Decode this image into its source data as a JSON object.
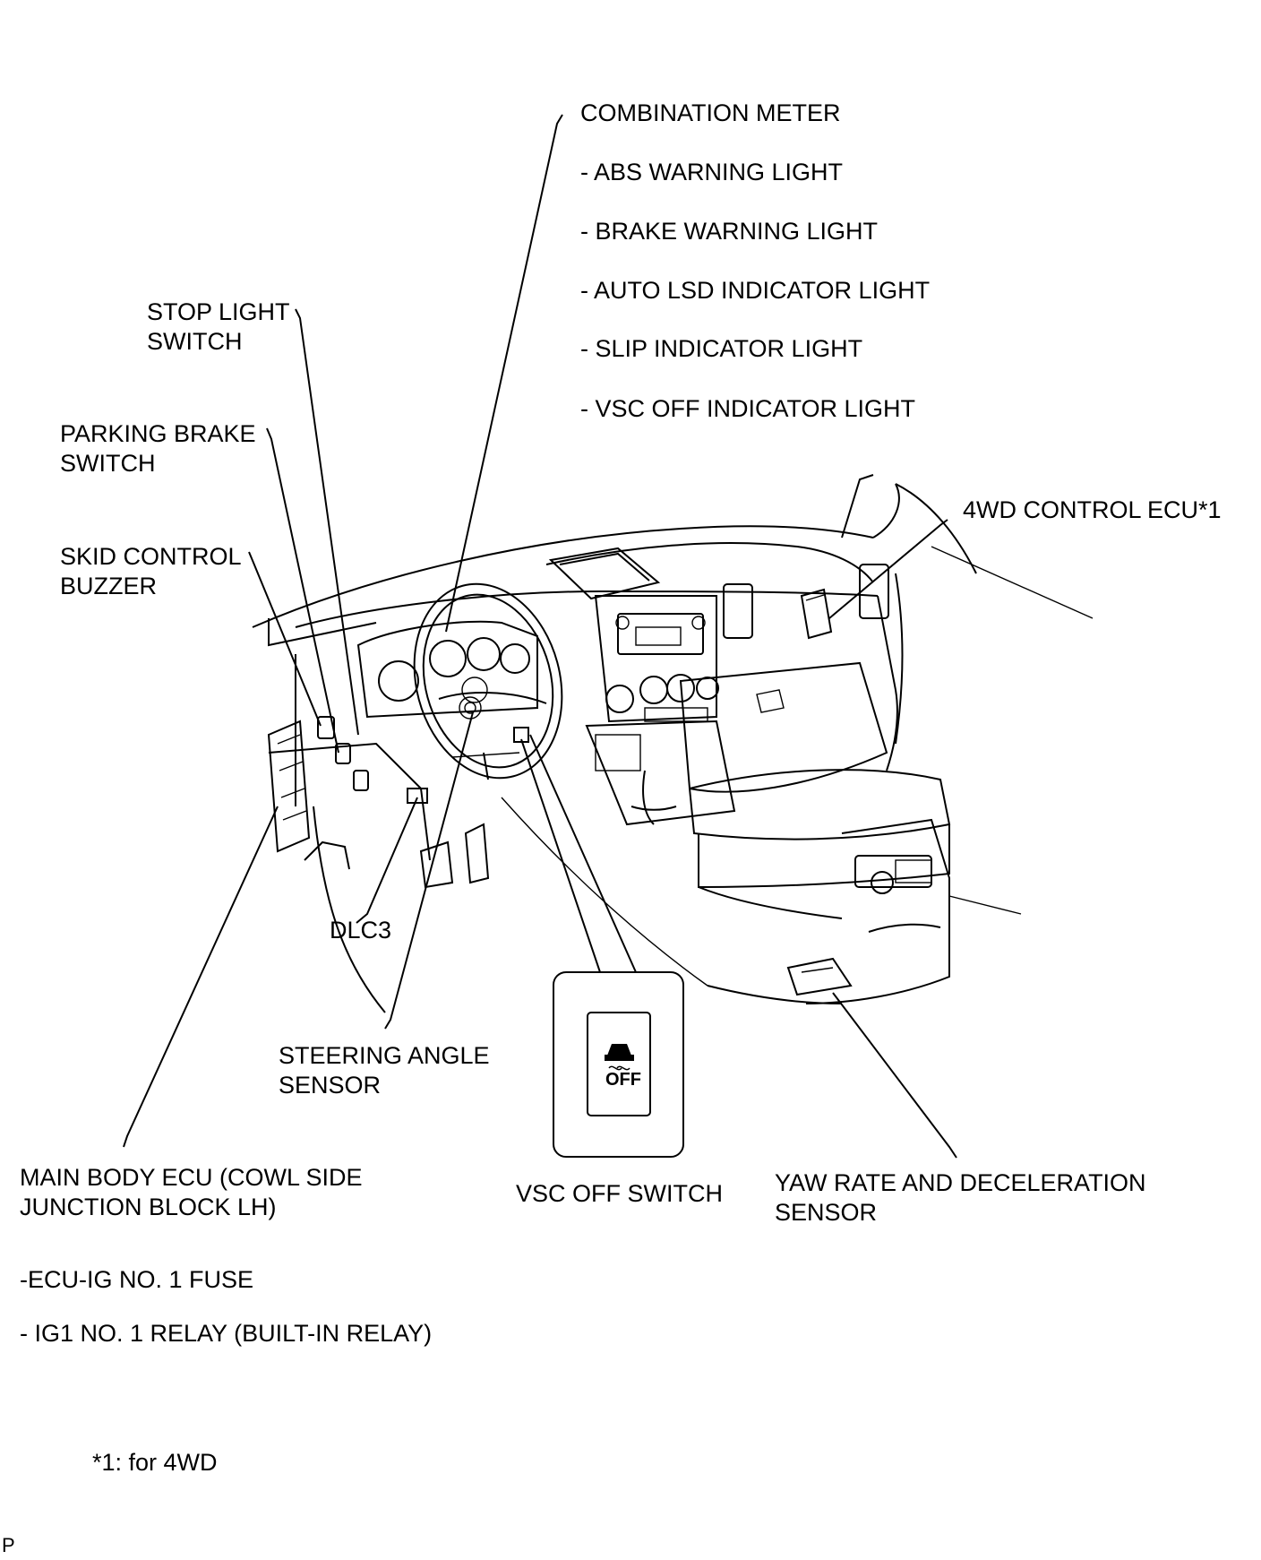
{
  "labels": {
    "combination_meter": "COMBINATION METER",
    "abs_warning": "- ABS WARNING LIGHT",
    "brake_warning": "- BRAKE WARNING LIGHT",
    "auto_lsd": "- AUTO LSD INDICATOR LIGHT",
    "slip_indicator": "- SLIP INDICATOR LIGHT",
    "vsc_off_indicator": "- VSC OFF INDICATOR LIGHT",
    "stop_light_switch": "STOP LIGHT\nSWITCH",
    "parking_brake_switch": "PARKING BRAKE\nSWITCH",
    "skid_control_buzzer": "SKID CONTROL\nBUZZER",
    "fourwd_control_ecu": "4WD CONTROL ECU*1",
    "dlc3": "DLC3",
    "steering_angle_sensor": "STEERING ANGLE\nSENSOR",
    "main_body_ecu": "MAIN BODY ECU (COWL SIDE\nJUNCTION BLOCK LH)",
    "vsc_off_switch": "VSC OFF SWITCH",
    "yaw_rate_sensor": "YAW RATE AND DECELERATION\nSENSOR",
    "ecu_ig_fuse": "-ECU-IG NO. 1 FUSE",
    "ig1_relay": "- IG1 NO. 1 RELAY (BUILT-IN RELAY)",
    "footnote": "*1: for 4WD",
    "corner_mark": "P",
    "switch_icon_text": "OFF"
  }
}
